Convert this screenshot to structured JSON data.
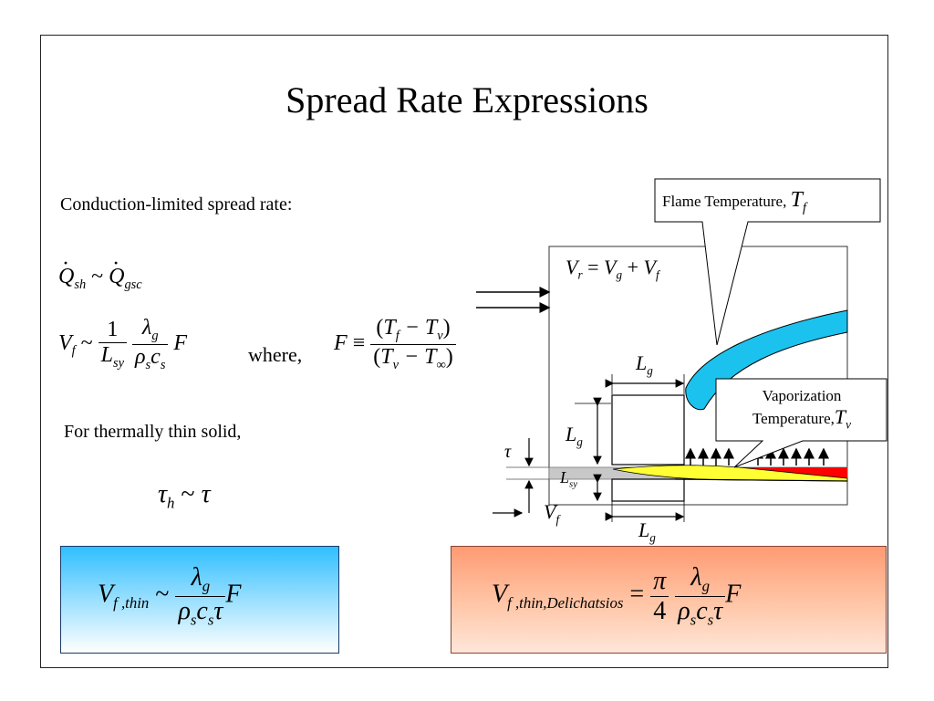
{
  "slide": {
    "title": "Spread Rate Expressions",
    "conduction_label": "Conduction-limited spread rate:",
    "thin_label": "For thermally thin solid,",
    "where_label": "where,"
  },
  "equations": {
    "heat_balance": "Q̇sh ~ Q̇gsc",
    "conduction_spread": "Vf ~ (1/Lsy)(λg/(ρs cs)) F",
    "f_definition": "F ≡ (Tf − Tv)/(Tv − T∞)",
    "thin_depth": "τh ~ τ",
    "thin_spread": "Vf,thin ~ λg/(ρs cs τ) F",
    "delichatsios_spread": "Vf,thin,Delichatsios = (π/4) λg/(ρs cs τ) F"
  },
  "diagram": {
    "velocity_relation": "Vr = Vg + Vf",
    "flame_callout": "Flame Temperature,",
    "vaporization_callout_1": "Vaporization",
    "vaporization_callout_2": "Temperature,",
    "labels": {
      "Lg_top": "Lg",
      "Lg_side": "Lg",
      "Lg_bottom": "Lg",
      "Lsy": "Lsy",
      "tau": "τ",
      "Vf": "Vf",
      "Tf": "Tf",
      "Tv": "Tv"
    }
  },
  "colors": {
    "flame": "#1cc2ee",
    "heated_solid": "#ff0000",
    "preheat_zone": "#ffff33",
    "fuel_layer": "#c8c8c8",
    "blue_box": "#2fbfff",
    "orange_box": "#ff9a73"
  }
}
